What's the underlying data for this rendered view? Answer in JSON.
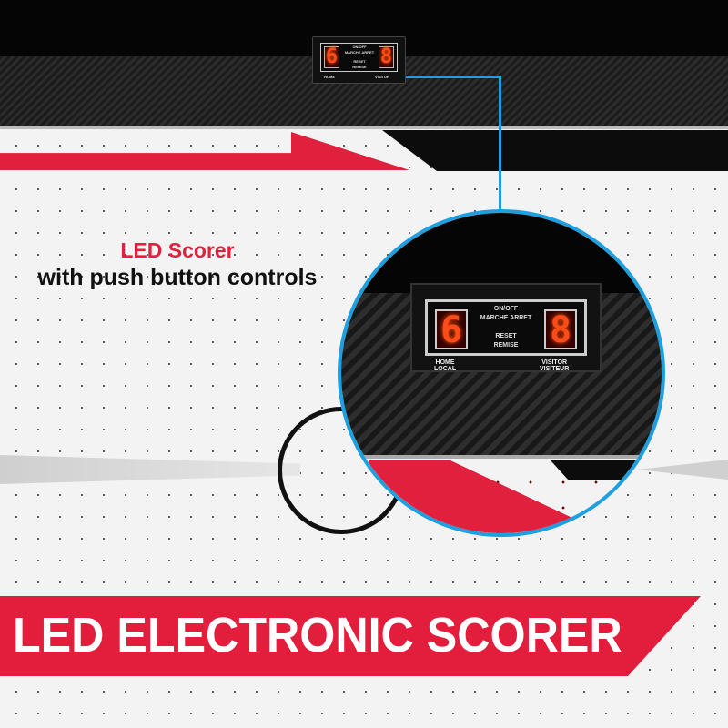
{
  "scorer": {
    "home_score": "6",
    "visitor_score": "8",
    "on_off_label": "ON/OFF",
    "marche_arret_label": "MARCHE ARRET",
    "reset_label": "RESET",
    "remise_label": "REMISE",
    "home_label": "HOME",
    "local_label": "LOCAL",
    "visitor_label": "VISITOR",
    "visiteur_label": "VISITEUR"
  },
  "caption": {
    "title": "LED Scorer",
    "subtitle": "with push button controls"
  },
  "banner": {
    "text": "LED ELECTRONIC SCORER"
  },
  "colors": {
    "accent_red": "#e31d3c",
    "connector_blue": "#1ea0e0",
    "led": "#ff4a1a"
  }
}
